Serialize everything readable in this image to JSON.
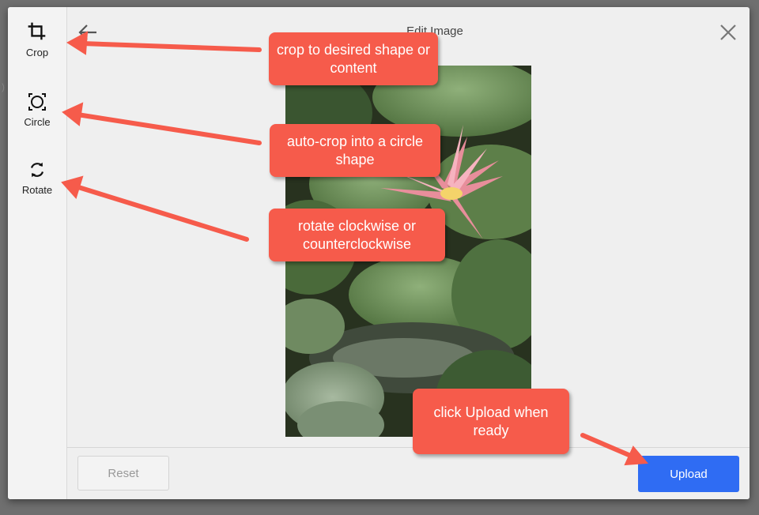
{
  "dialog": {
    "title": "Edit Image",
    "back_icon": "arrow-left-icon",
    "close_icon": "close-icon"
  },
  "sidebar": {
    "tools": [
      {
        "label": "Crop",
        "icon": "crop-icon"
      },
      {
        "label": "Circle",
        "icon": "circle-crop-icon"
      },
      {
        "label": "Rotate",
        "icon": "rotate-icon"
      }
    ]
  },
  "footer": {
    "reset_label": "Reset",
    "upload_label": "Upload"
  },
  "callouts": {
    "crop": "crop to desired shape or content",
    "circle": "auto-crop into a circle shape",
    "rotate": "rotate clockwise or counterclockwise",
    "upload": "click Upload when ready"
  },
  "colors": {
    "accent": "#2f6cf3",
    "callout": "#f65b4b"
  }
}
